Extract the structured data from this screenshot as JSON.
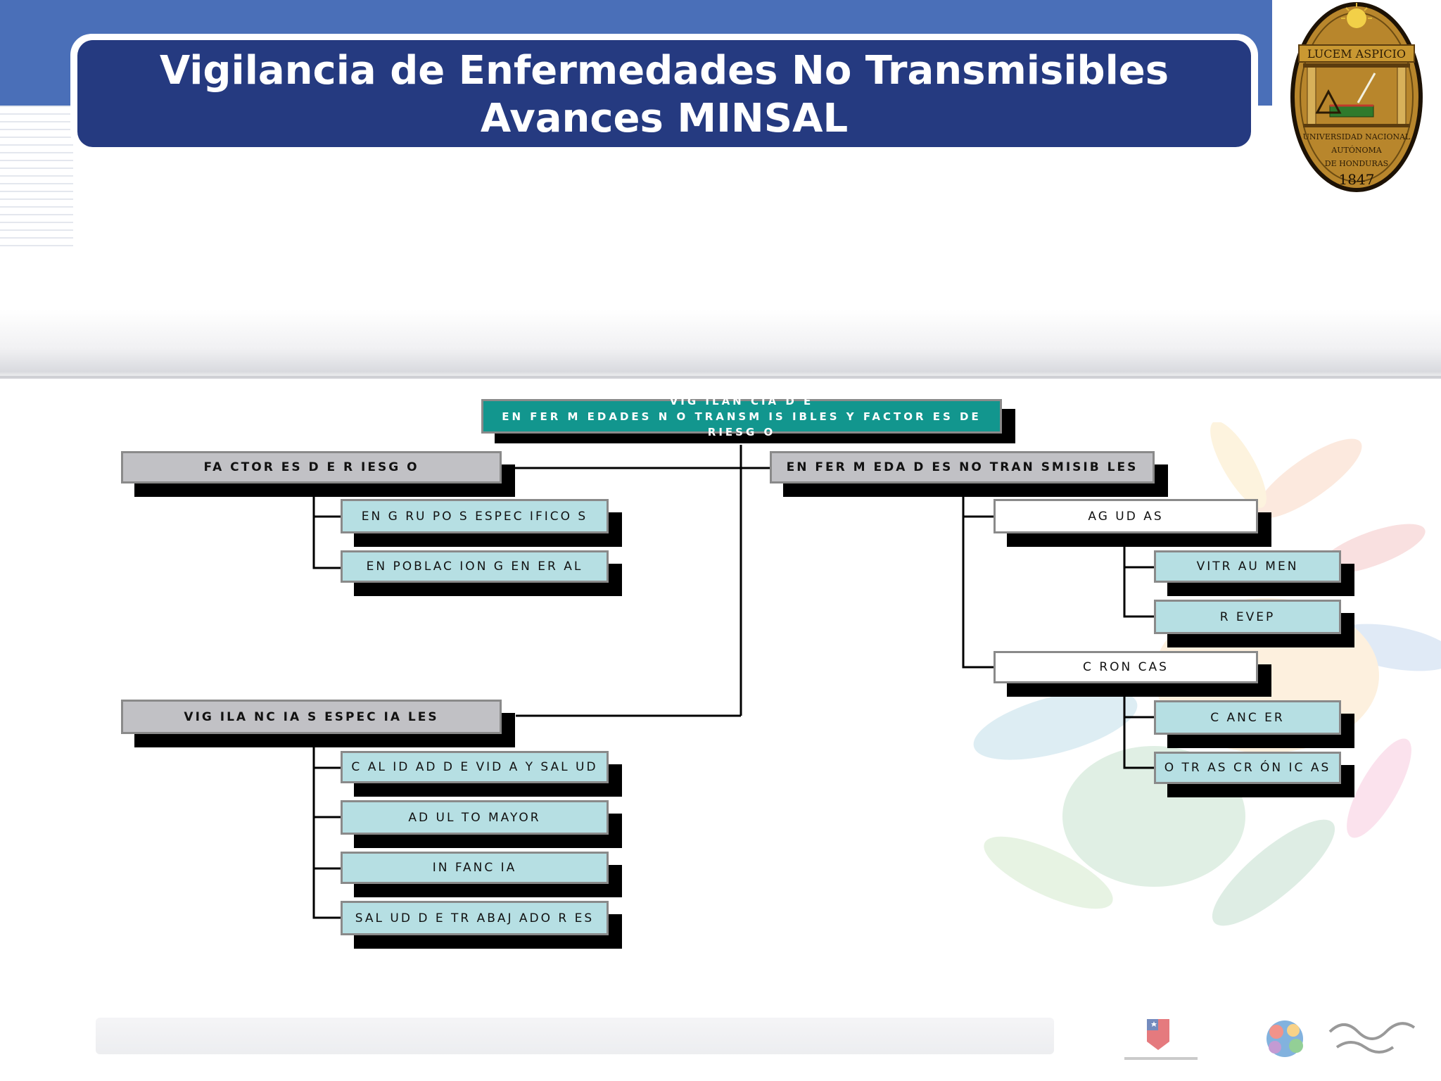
{
  "header": {
    "title_line1": "Vigilancia de Enfermedades No Transmisibles",
    "title_line2": "Avances MINSAL"
  },
  "seal": {
    "motto": "LUCEM ASPICIO",
    "institution_line1": "UNIVERSIDAD NACIONAL",
    "institution_line2": "AUTÓNOMA",
    "institution_line3": "DE HONDURAS",
    "year": "1847"
  },
  "diagram": {
    "root": {
      "line1": "VIG ILAN CIA D E",
      "line2": "EN FER M EDADES N O TRANSM IS IBLES Y FACTOR ES DE RIESG O"
    },
    "factores": {
      "label": "FA CTOR ES D E R IESG O",
      "children": [
        "EN G RU PO S ESPEC IFICO S",
        "EN POBLAC ION G EN ER AL"
      ]
    },
    "vigilancias": {
      "label": "VIG ILA NC IA S ESPEC IA LES",
      "children": [
        "C AL ID AD D E VID A Y SAL UD",
        "AD UL TO MAYOR",
        "IN FANC IA",
        "SAL UD D E TR ABAJ ADO R ES"
      ]
    },
    "ent": {
      "label": "EN FER M EDA D ES NO TRAN SMISIB LES",
      "agudas": {
        "label": "AG UD AS",
        "children": [
          "VITR AU MEN",
          "R EVEP"
        ]
      },
      "cronicas": {
        "label": "C RON CAS",
        "children": [
          "C ANC ER",
          "O TR AS CR ÓN IC AS"
        ]
      }
    }
  },
  "colors": {
    "header_band": "#4a6fb8",
    "title_box": "#253a80",
    "root_node": "#12968e",
    "category_node": "#c1c1c5",
    "leaf_node": "#b6dfe3"
  }
}
